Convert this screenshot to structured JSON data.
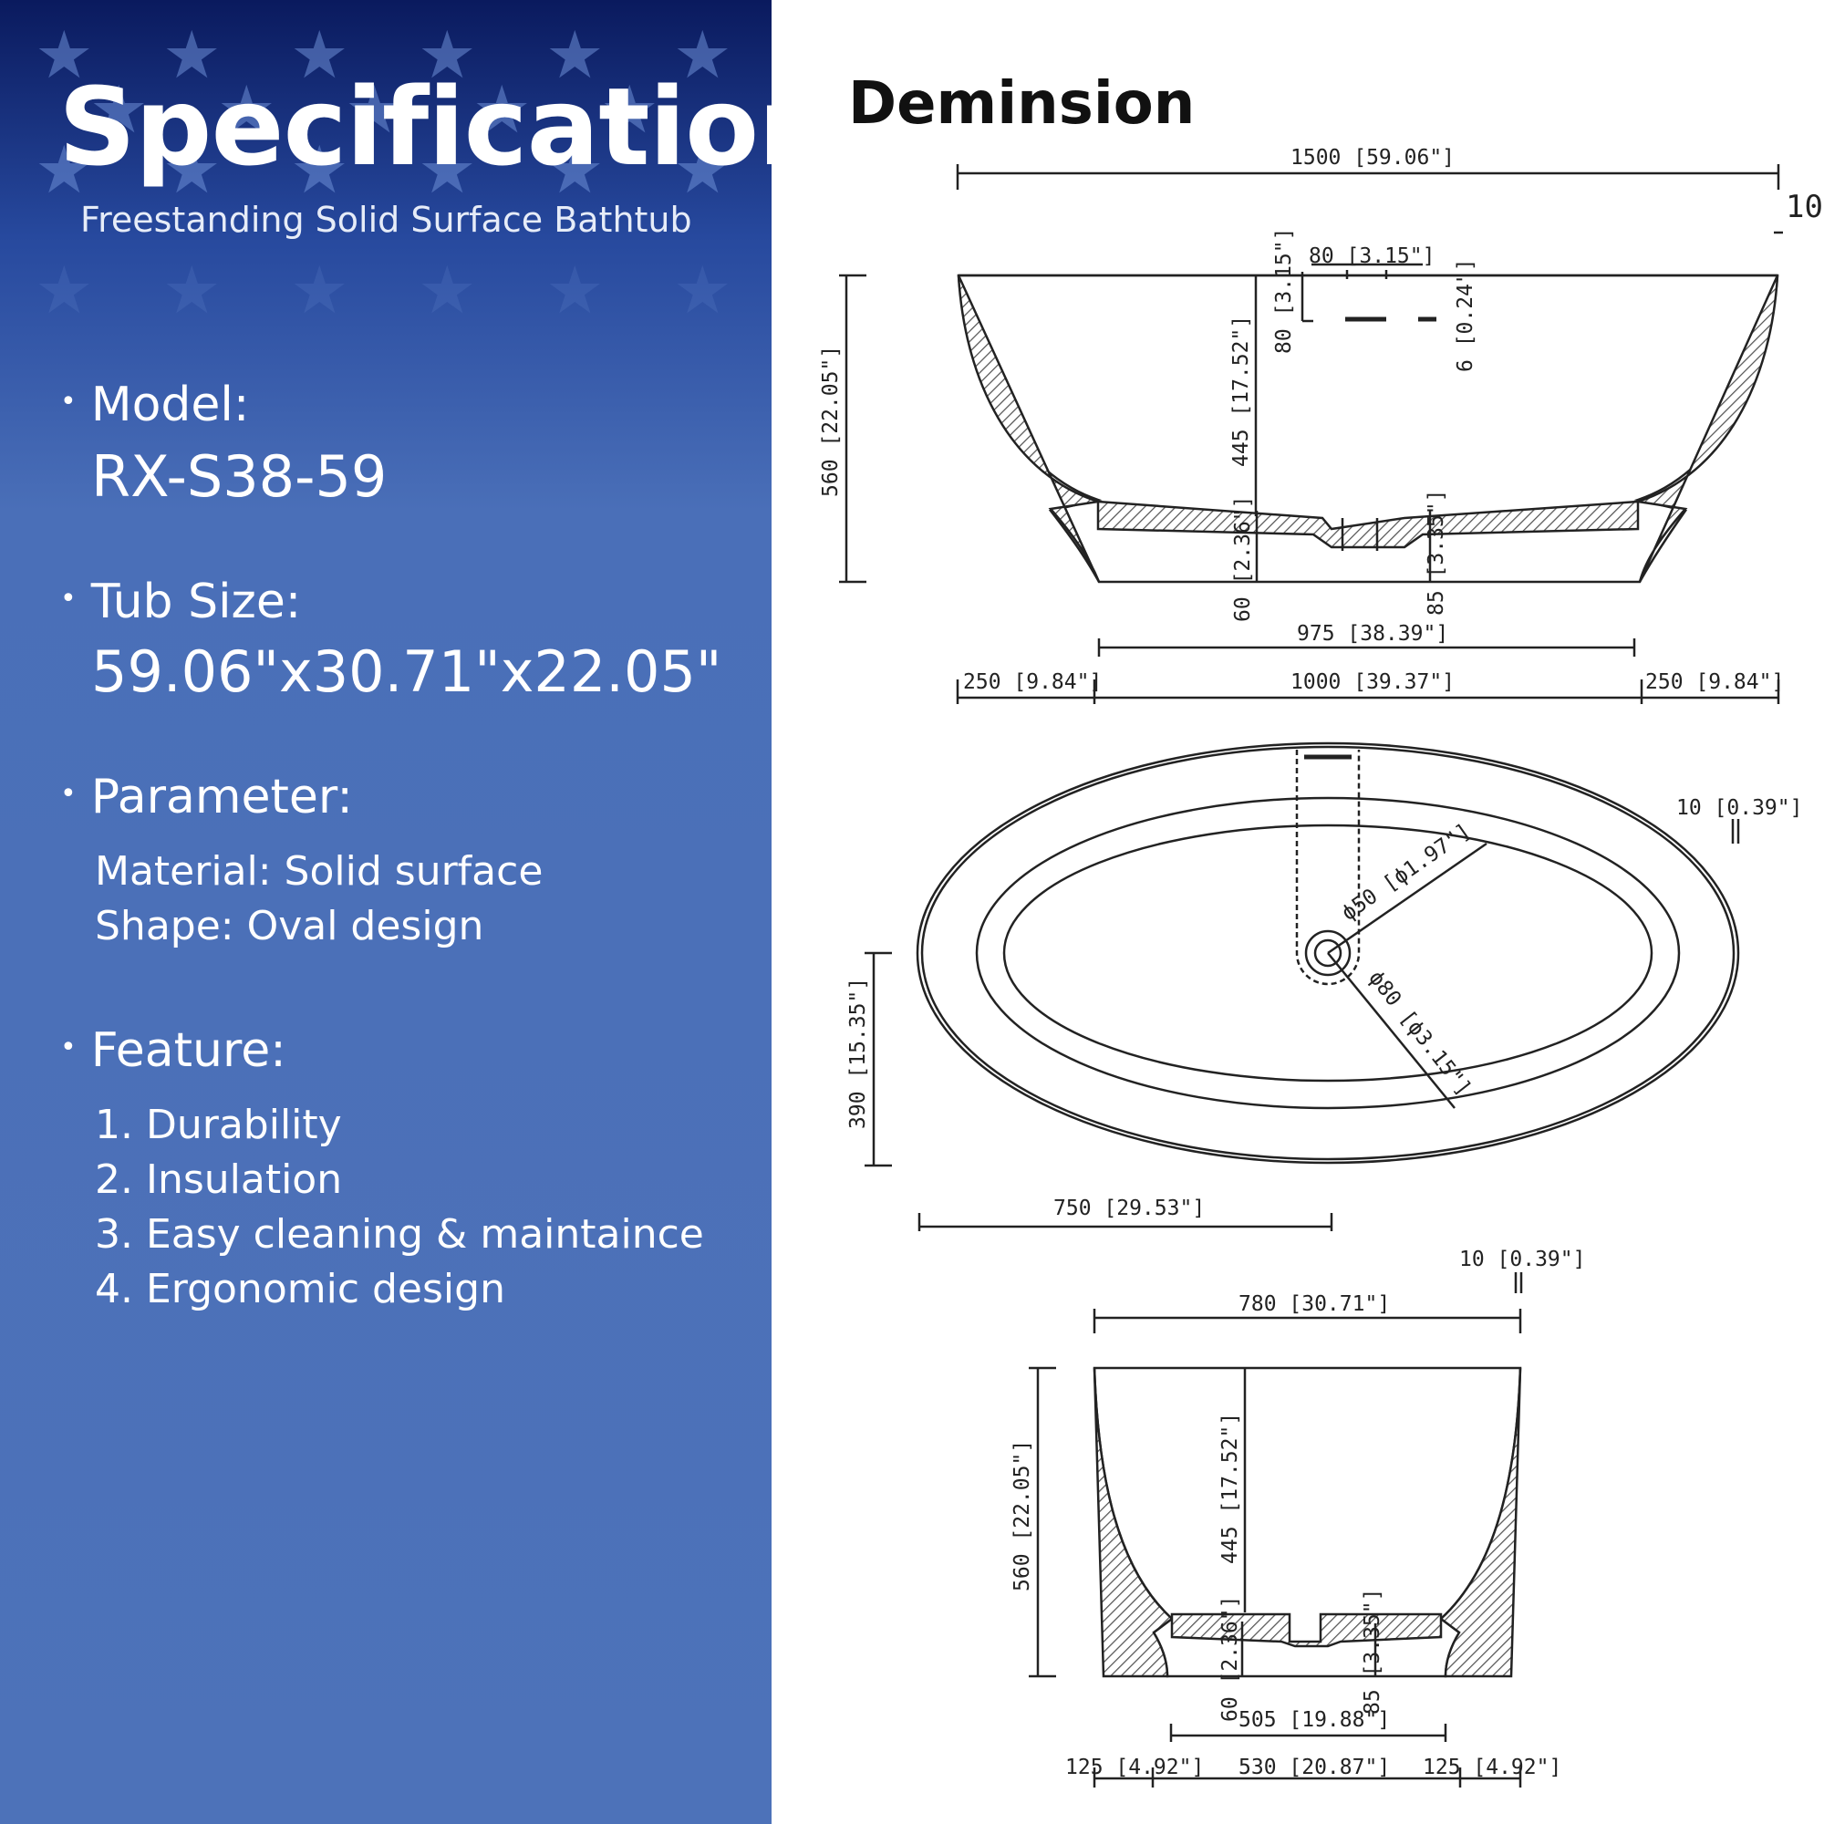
{
  "left": {
    "title": "Specification",
    "subtitle": "Freestanding Solid Surface Bathtub",
    "model_label": "Model:",
    "model_value": "RX-S38-59",
    "tub_size_label": "Tub Size:",
    "tub_size_value": "59.06\"x30.71\"x22.05\"",
    "parameter_label": "Parameter:",
    "parameters": [
      "Material: Solid surface",
      "Shape: Oval design"
    ],
    "feature_label": "Feature:",
    "features": [
      "1. Durability",
      "2. Insulation",
      "3. Easy cleaning & maintaince",
      "4. Ergonomic design"
    ]
  },
  "right": {
    "heading": "Deminsion",
    "side_view": {
      "overall_length": "1500 [59.06\"]",
      "rim_10": "10",
      "overflow_width": "80 [3.15\"]",
      "overflow_height": "80 [3.15\"]",
      "overflow_slot": "6 [0.24\"]",
      "inner_depth": "445 [17.52\"]",
      "overall_height": "560 [22.05\"]",
      "base_60": "60 [2.36\"]",
      "base_85": "85 [3.35\"]",
      "base_length": "975 [38.39\"]",
      "left_offset": "250 [9.84\"]",
      "middle_length": "1000 [39.37\"]",
      "right_offset": "250 [9.84\"]"
    },
    "top_view": {
      "rim": "10 [0.39\"]",
      "drain_small": "ϕ50 [ϕ1.97\"]",
      "drain_large": "ϕ80 [ϕ3.15\"]",
      "drain_to_side": "390 [15.35\"]",
      "drain_to_end": "750 [29.53\"]"
    },
    "end_view": {
      "rim": "10 [0.39\"]",
      "overall_width": "780 [30.71\"]",
      "overall_height": "560 [22.05\"]",
      "inner_depth": "445 [17.52\"]",
      "base_60": "60 [2.36\"]",
      "base_85": "85 [3.35\"]",
      "base_width": "505 [19.88\"]",
      "left_offset": "125 [4.92\"]",
      "middle_width": "530 [20.87\"]",
      "right_offset": "125 [4.92\"]"
    }
  },
  "colors": {
    "panel_dark": "#0a1a5e",
    "panel": "#4d72b9",
    "star": "#6d8fd6",
    "text_light": "#ffffff",
    "line": "#222222"
  }
}
